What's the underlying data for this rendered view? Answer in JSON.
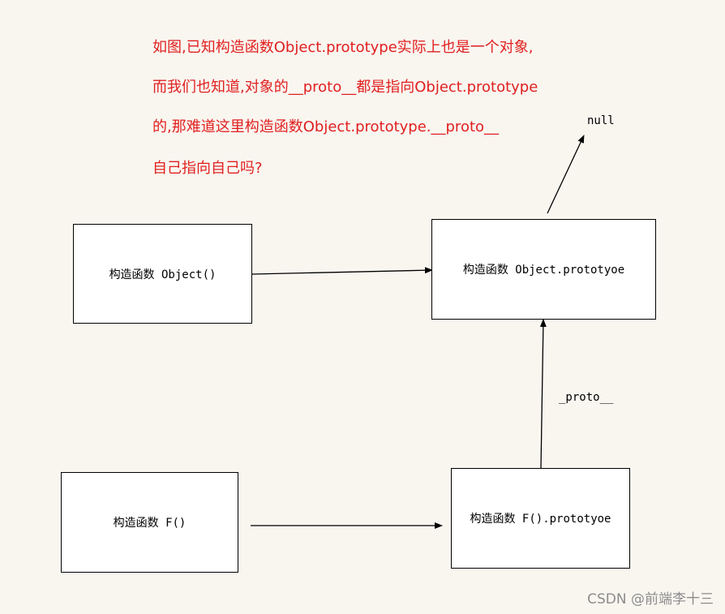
{
  "question_lines": [
    "如图,已知构造函数Object.prototype实际上也是一个对象,",
    "而我们也知道,对象的__proto__都是指向Object.prototype",
    "的,那难道这里构造函数Object.prototype.__proto__",
    "自己指向自己吗?"
  ],
  "nodes": {
    "object_constructor": "构造函数 Object()",
    "object_prototype": "构造函数 Object.prototyoe",
    "f_constructor": "构造函数 F()",
    "f_prototype": "构造函数 F().prototyoe"
  },
  "labels": {
    "null": "null",
    "proto_edge": "_proto__"
  },
  "watermark": "CSDN @前端李十三",
  "colors": {
    "question_text": "#e02020",
    "background": "#f9f6f0",
    "box_border": "#000000",
    "watermark": "#8c8c8c"
  }
}
